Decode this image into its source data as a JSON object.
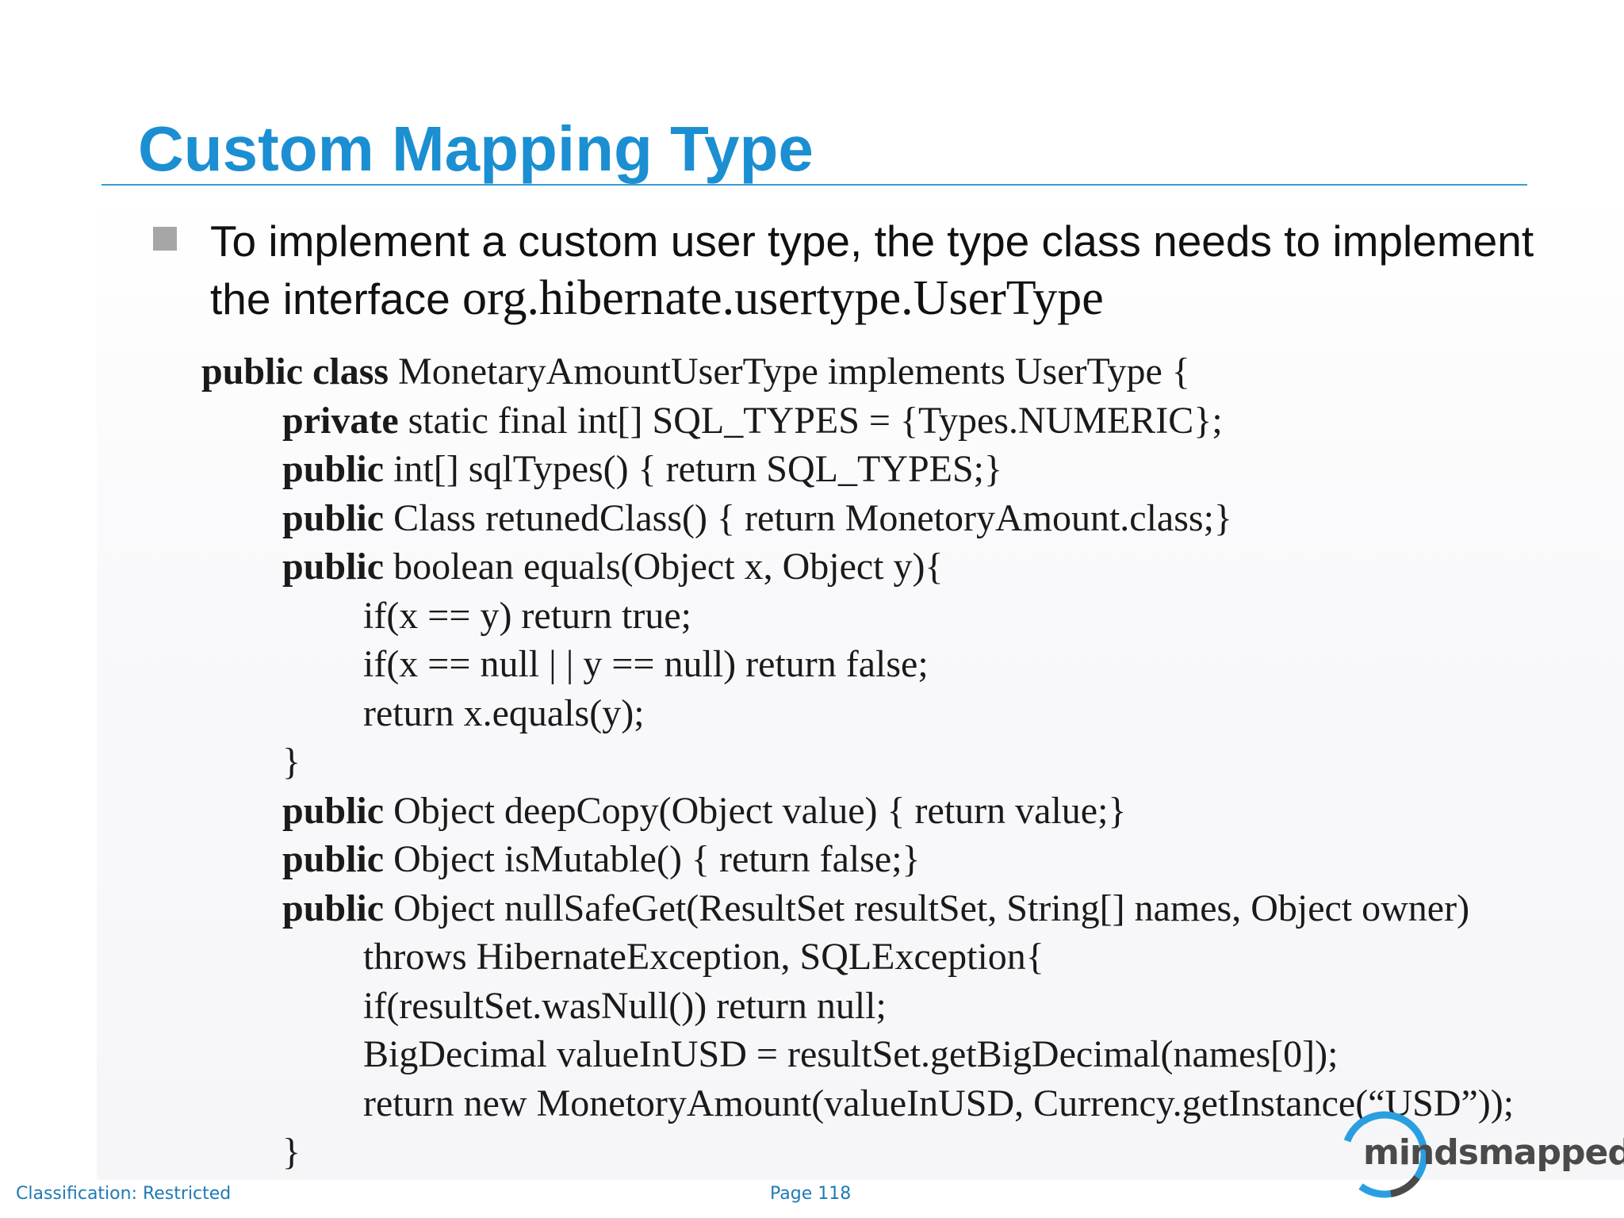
{
  "slide": {
    "title": "Custom Mapping Type",
    "bullet": {
      "text": "To implement a custom user type, the type class needs to implement the interface ",
      "interface_name": "org.hibernate.usertype.UserType"
    },
    "code_lines": [
      {
        "indent": 0,
        "keyword": "public class",
        "rest": " MonetaryAmountUserType implements UserType {"
      },
      {
        "indent": 1,
        "keyword": "private",
        "rest": " static final int[] SQL_TYPES = {Types.NUMERIC};"
      },
      {
        "indent": 1,
        "keyword": "public",
        "rest": " int[] sqlTypes() { return SQL_TYPES;}"
      },
      {
        "indent": 1,
        "keyword": "public",
        "rest": " Class retunedClass() { return MonetoryAmount.class;}"
      },
      {
        "indent": 1,
        "keyword": "public",
        "rest": " boolean equals(Object x, Object y){"
      },
      {
        "indent": 2,
        "keyword": "",
        "rest": "if(x == y) return true;"
      },
      {
        "indent": 2,
        "keyword": "",
        "rest": "if(x == null | | y == null) return false;"
      },
      {
        "indent": 2,
        "keyword": "",
        "rest": "return x.equals(y);"
      },
      {
        "indent": 1,
        "keyword": "",
        "rest": "}"
      },
      {
        "indent": 1,
        "keyword": "public",
        "rest": " Object deepCopy(Object value) { return value;}"
      },
      {
        "indent": 1,
        "keyword": "public",
        "rest": " Object isMutable() { return false;}"
      },
      {
        "indent": 1,
        "keyword": "public",
        "rest": " Object nullSafeGet(ResultSet resultSet, String[] names, Object owner)"
      },
      {
        "indent": 2,
        "keyword": "",
        "rest": "throws HibernateException, SQLException{"
      },
      {
        "indent": 2,
        "keyword": "",
        "rest": "if(resultSet.wasNull()) return null;"
      },
      {
        "indent": 2,
        "keyword": "",
        "rest": "BigDecimal valueInUSD = resultSet.getBigDecimal(names[0]);"
      },
      {
        "indent": 2,
        "keyword": "",
        "rest": "return new MonetoryAmount(valueInUSD, Currency.getInstance(“USD”));"
      },
      {
        "indent": 1,
        "keyword": "",
        "rest": "}"
      }
    ]
  },
  "footer": {
    "classification": "Classification: Restricted",
    "page": "Page 118"
  },
  "logo": {
    "text": "mindsmapped",
    "ring_color": "#2a9fe0",
    "text_color": "#4a4a4a"
  },
  "colors": {
    "title": "#1b8fd2",
    "rule": "#3a9bd5",
    "footer": "#1f7ab5",
    "bullet_marker": "#a6a6a6"
  }
}
